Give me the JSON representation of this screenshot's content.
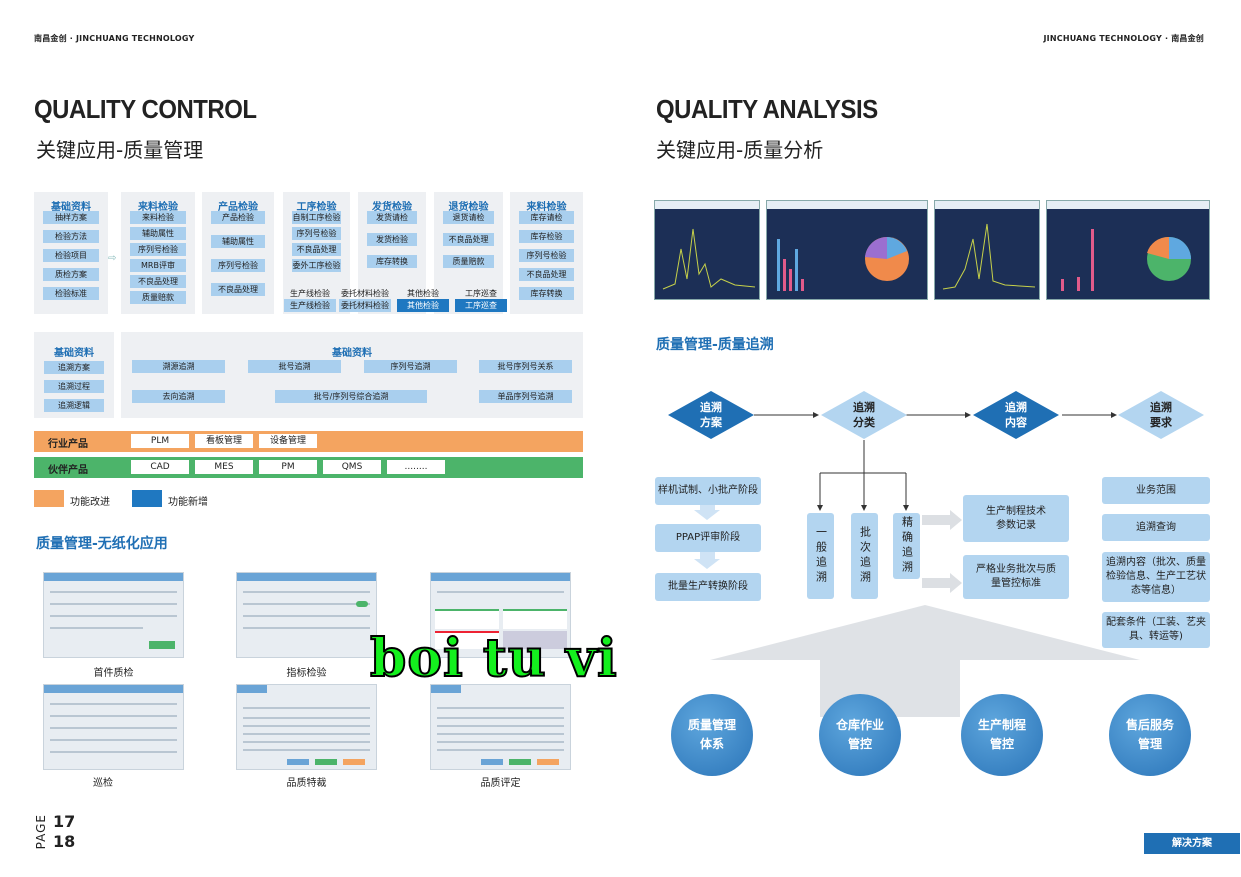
{
  "left": {
    "brand": "南昌金创 · JINCHUANG TECHNOLOGY",
    "title_en": "QUALITY CONTROL",
    "title_cn": "关键应用-质量管理",
    "columns": [
      {
        "head": "基础资料",
        "items": [
          "抽样方案",
          "检验方法",
          "检验项目",
          "质检方案",
          "检验标准"
        ]
      },
      {
        "head": "来料检验",
        "items": [
          "来料检验",
          "辅助属性",
          "序列号检验",
          "MRB评审",
          "不良品处理",
          "质量赔款"
        ]
      },
      {
        "head": "产品检验",
        "items": [
          "产品检验",
          "辅助属性",
          "序列号检验",
          "不良品处理"
        ]
      },
      {
        "head": "工序检验",
        "items": [
          "自制工序检验",
          "序列号检验",
          "不良品处理",
          "委外工序检验"
        ]
      },
      {
        "head": "发货检验",
        "items": [
          "发货请检",
          "发货检验",
          "库存转换"
        ]
      },
      {
        "head": "退货检验",
        "items": [
          "退货请检",
          "不良品处理",
          "质量赔款"
        ]
      },
      {
        "head": "来料检验",
        "items": [
          "库存请检",
          "库存检验",
          "序列号检验",
          "不良品处理",
          "库存转换"
        ]
      }
    ],
    "sub_row": [
      {
        "top": "生产线检验",
        "bottom": "生产线检验"
      },
      {
        "top": "委托材料检验",
        "bottom": "委托材料检验"
      },
      {
        "top": "其他检验",
        "bottom": "其他检验"
      },
      {
        "top": "工序巡查",
        "bottom": "工序巡查"
      }
    ],
    "trace_left": {
      "head": "基础资料",
      "items": [
        "追溯方案",
        "追溯过程",
        "追溯逻辑"
      ]
    },
    "trace_right": {
      "head": "基础资料",
      "row1": [
        "溯源追溯",
        "批号追溯",
        "序列号追溯",
        "批号序列号关系"
      ],
      "row2": [
        "去向追溯",
        "批号/序列号综合追溯",
        "单品序列号追溯"
      ]
    },
    "industry": {
      "label": "行业产品",
      "items": [
        "PLM",
        "看板管理",
        "设备管理"
      ]
    },
    "partner": {
      "label": "伙伴产品",
      "items": [
        "CAD",
        "MES",
        "PM",
        "QMS",
        "........"
      ]
    },
    "legend": [
      {
        "label": "功能改进",
        "color": "#f4a460"
      },
      {
        "label": "功能新增",
        "color": "#1f78c1"
      }
    ],
    "paperless_title": "质量管理-无纸化应用",
    "shots": [
      "首件质检",
      "指标检验",
      "",
      "巡检",
      "品质特裁",
      "品质评定"
    ],
    "page_label": "PAGE",
    "page_nums": [
      "17",
      "18"
    ]
  },
  "right": {
    "brand": "JINCHUANG TECHNOLOGY · 南昌金创",
    "title_en": "QUALITY ANALYSIS",
    "title_cn": "关键应用-质量分析",
    "trace_title": "质量管理-质量追溯",
    "flow": [
      "追溯\n方案",
      "追溯\n分类",
      "追溯\n内容",
      "追溯\n要求"
    ],
    "stages": [
      "样机试制、小批产阶段",
      "PPAP评审阶段",
      "批量生产转换阶段"
    ],
    "vert": [
      "一般追溯",
      "批次追溯",
      "精确追溯"
    ],
    "mid": [
      "生产制程技术\n参数记录",
      "严格业务批次与质\n量管控标准"
    ],
    "reqs": [
      "业务范围",
      "追溯查询",
      "追溯内容（批次、质量\n检验信息、生产工艺状\n态等信息）",
      "配套条件（工装、艺夹\n具、转运等)"
    ],
    "circles": [
      "质量管理\n体系",
      "仓库作业\n管控",
      "生产制程\n管控",
      "售后服务\n管理"
    ],
    "footer": "解决方案"
  },
  "watermark": "boi tu vi",
  "colors": {
    "blue": "#1f6fb4",
    "pill": "#a9cfee",
    "orange": "#f4a460",
    "green": "#4cb46a",
    "navy": "#1c2f56"
  }
}
